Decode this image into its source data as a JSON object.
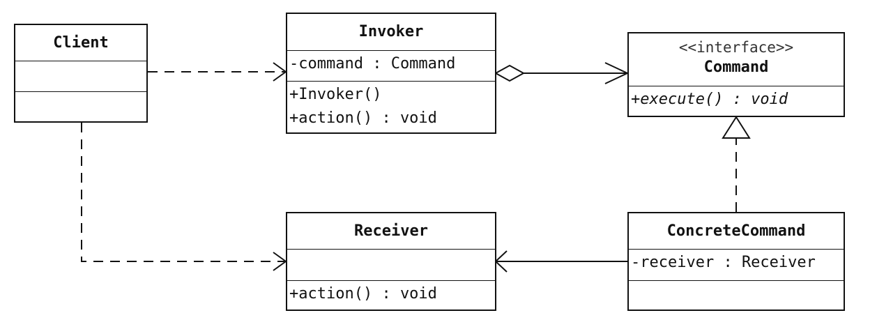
{
  "classes": {
    "client": {
      "name": "Client"
    },
    "invoker": {
      "name": "Invoker",
      "attributes": [
        "-command : Command"
      ],
      "operations": [
        "+Invoker()",
        "+action() : void"
      ]
    },
    "command": {
      "stereotype": "<<interface>>",
      "name": "Command",
      "operations": [
        "+execute() : void"
      ]
    },
    "receiver": {
      "name": "Receiver",
      "operations": [
        "+action() : void"
      ]
    },
    "concrete_command": {
      "name": "ConcreteCommand",
      "attributes": [
        "-receiver : Receiver"
      ]
    }
  },
  "relations": [
    {
      "from": "Client",
      "to": "Invoker",
      "kind": "dependency"
    },
    {
      "from": "Client",
      "to": "Receiver",
      "kind": "dependency"
    },
    {
      "from": "Invoker",
      "to": "Command",
      "kind": "aggregation"
    },
    {
      "from": "ConcreteCommand",
      "to": "Command",
      "kind": "realization"
    },
    {
      "from": "ConcreteCommand",
      "to": "Receiver",
      "kind": "association"
    }
  ],
  "colors": {
    "line": "#111111",
    "background": "#ffffff"
  }
}
